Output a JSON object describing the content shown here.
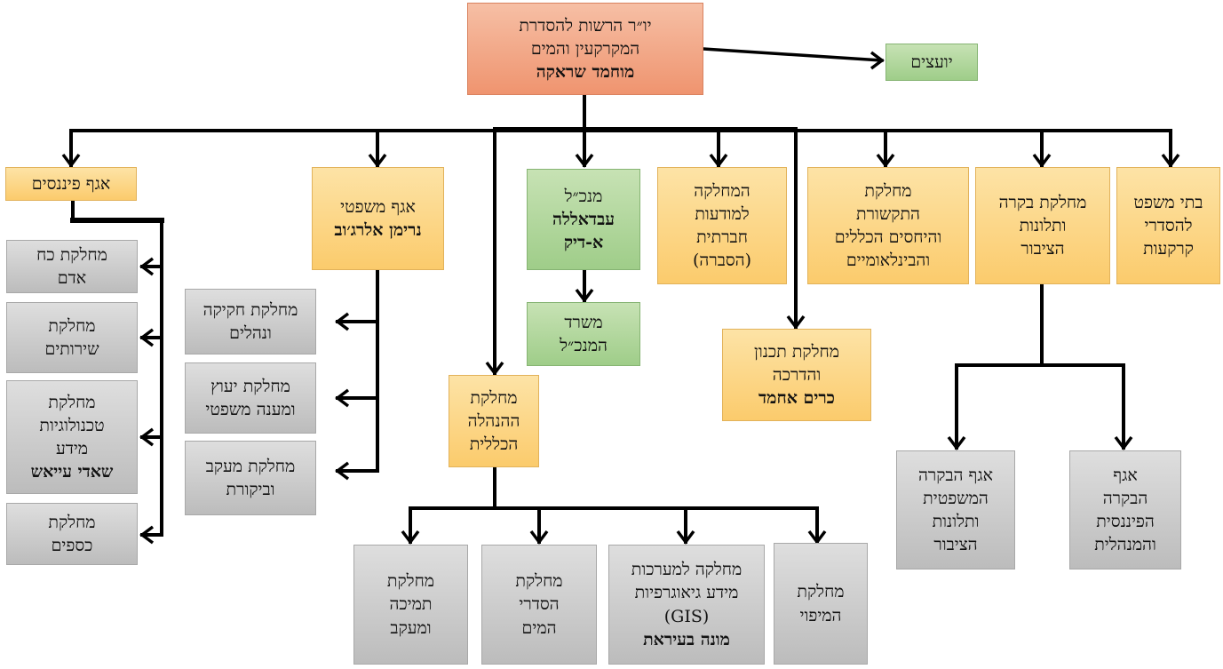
{
  "chairman": {
    "line1": "יו״ר הרשות להסדרת",
    "line2": "המקרקעין והמים",
    "name": "מוחמד שראקה"
  },
  "advisors": {
    "label": "יועצים"
  },
  "finance": {
    "title": "אגף פיננסים",
    "hr": {
      "line1": "מחלקת כח",
      "line2": "אדם"
    },
    "services": {
      "line1": "מחלקת",
      "line2": "שירותים"
    },
    "it": {
      "line1": "מחלקת",
      "line2": "טכנולוגיות",
      "line3": "מידע",
      "name": "שאדי עייאש"
    },
    "money": {
      "line1": "מחלקת",
      "line2": "כספים"
    }
  },
  "legal": {
    "title": "אגף משפטי",
    "name": "נרימן אלרג׳וב",
    "legislation": {
      "line1": "מחלקת חקיקה",
      "line2": "ונהלים"
    },
    "advice": {
      "line1": "מחלקת יעוץ",
      "line2": "ומענה משפטי"
    },
    "audit": {
      "line1": "מחלקת מעקב",
      "line2": "וביקורת"
    }
  },
  "dg": {
    "title": "מנכ״ל",
    "name_line1": "עבדאללה",
    "name_line2": "א-דיק",
    "office": {
      "line1": "משרד",
      "line2": "המנכ״ל"
    }
  },
  "admin": {
    "line1": "מחלקת",
    "line2": "ההנהלה",
    "line3": "הכללית",
    "support": {
      "line1": "מחלקת",
      "line2": "תמיכה",
      "line3": "ומעקב"
    },
    "water": {
      "line1": "מחלקת",
      "line2": "הסדרי",
      "line3": "המים"
    },
    "gis": {
      "line1": "מחלקה למערכות",
      "line2": "מידע גיאוגרפיות",
      "line3": "(GIS)",
      "name": "מונה בעיראת"
    },
    "mapping": {
      "line1": "מחלקת",
      "line2": "המיפוי"
    }
  },
  "awareness": {
    "line1": "המחלקה",
    "line2": "למודעות",
    "line3": "חברתית",
    "line4": "(הסברה)"
  },
  "planning": {
    "line1": "מחלקת תכנון",
    "line2": "והדרכה",
    "name": "כרים אחמד"
  },
  "comms": {
    "line1": "מחלקת",
    "line2": "התקשורת",
    "line3": "והיחסים הכללים",
    "line4": "והבינלאומיים"
  },
  "control": {
    "line1": "מחלקת בקרה",
    "line2": "ותלונות",
    "line3": "הציבור",
    "legal_control": {
      "line1": "אגף הבקרה",
      "line2": "המשפטית",
      "line3": "ותלונות",
      "line4": "הציבור"
    },
    "fin_control": {
      "line1": "אגף",
      "line2": "הבקרה",
      "line3": "הפיננסית",
      "line4": "והמנהלית"
    }
  },
  "courts": {
    "line1": "בתי משפט",
    "line2": "להסדרי",
    "line3": "קרקעות"
  }
}
